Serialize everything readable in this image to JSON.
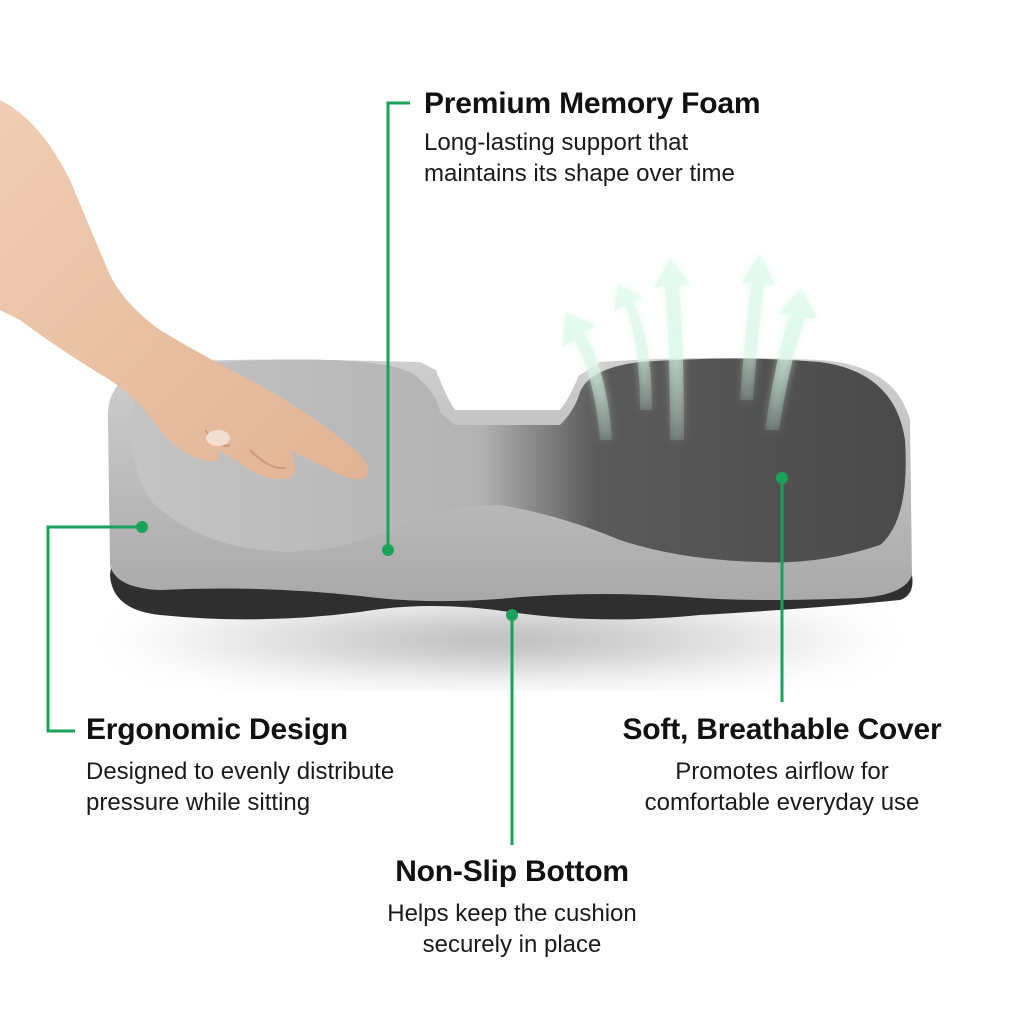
{
  "colors": {
    "accent_green": "#1aa15a",
    "background": "#ffffff",
    "foam_light": "#c9c9c9",
    "cover_dark": "#4a4a4a",
    "base_dark": "#2e2e2e",
    "text": "#111111"
  },
  "product": {
    "name": "Memory foam seat cushion",
    "illustration_elements": [
      "hand-pressing-foam",
      "cushion-foam",
      "breathable-cover",
      "non-slip-base",
      "airflow-arrows"
    ]
  },
  "callouts": [
    {
      "id": "premium-memory-foam",
      "title": "Premium Memory Foam",
      "desc_lines": [
        "Long-lasting support that",
        "maintains its shape over time"
      ]
    },
    {
      "id": "ergonomic-design",
      "title": "Ergonomic Design",
      "desc_lines": [
        "Designed to evenly distribute",
        "pressure while sitting"
      ]
    },
    {
      "id": "soft-breathable-cover",
      "title": "Soft, Breathable Cover",
      "desc_lines": [
        "Promotes airflow for",
        "comfortable everyday use"
      ]
    },
    {
      "id": "non-slip-bottom",
      "title": "Non-Slip Bottom",
      "desc_lines": [
        "Helps keep the cushion",
        "securely in place"
      ]
    }
  ],
  "airflow_arrows": {
    "count": 5,
    "icon": "airflow-arrow-icon"
  }
}
